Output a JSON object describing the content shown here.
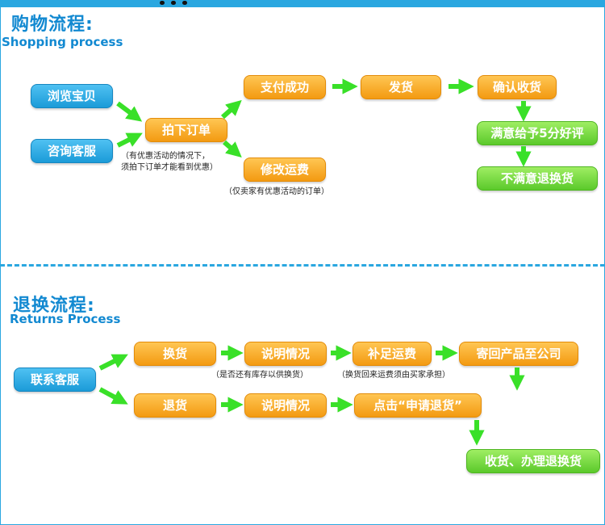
{
  "shopping": {
    "title_zh": "购物流程:",
    "title_en": "Shopping process",
    "steps": {
      "browse": "浏览宝贝",
      "consult": "咨询客服",
      "order": "拍下订单",
      "pay": "支付成功",
      "ship": "发货",
      "confirm": "确认收货",
      "satisfied": "满意给予5分好评",
      "unsatisfied": "不满意退换货",
      "modify_fee": "修改运费"
    },
    "notes": {
      "discount_line1": "（有优惠活动的情况下，",
      "discount_line2": "须拍下订单才能看到优惠）",
      "modify_note": "（仅卖家有优惠活动的订单）"
    }
  },
  "returns": {
    "title_zh": "退换流程:",
    "title_en": "Returns Process",
    "steps": {
      "contact": "联系客服",
      "exchange": "换货",
      "refund": "退货",
      "explain_exchange": "说明情况",
      "explain_refund": "说明情况",
      "add_fee": "补足运费",
      "send_back": "寄回产品至公司",
      "apply": "点击“申请退货”",
      "receive": "收货、办理退换货"
    },
    "notes": {
      "stock_note": "（是否还有库存以供换货）",
      "fee_note": "（换货回来运费须由买家承担）"
    }
  },
  "colors": {
    "blue_box": "#1b9bd8",
    "orange_box": "#f39a11",
    "green_box": "#5bc92b",
    "arrow": "#39e028",
    "title": "#1289d1",
    "border": "#2aa7e0"
  }
}
